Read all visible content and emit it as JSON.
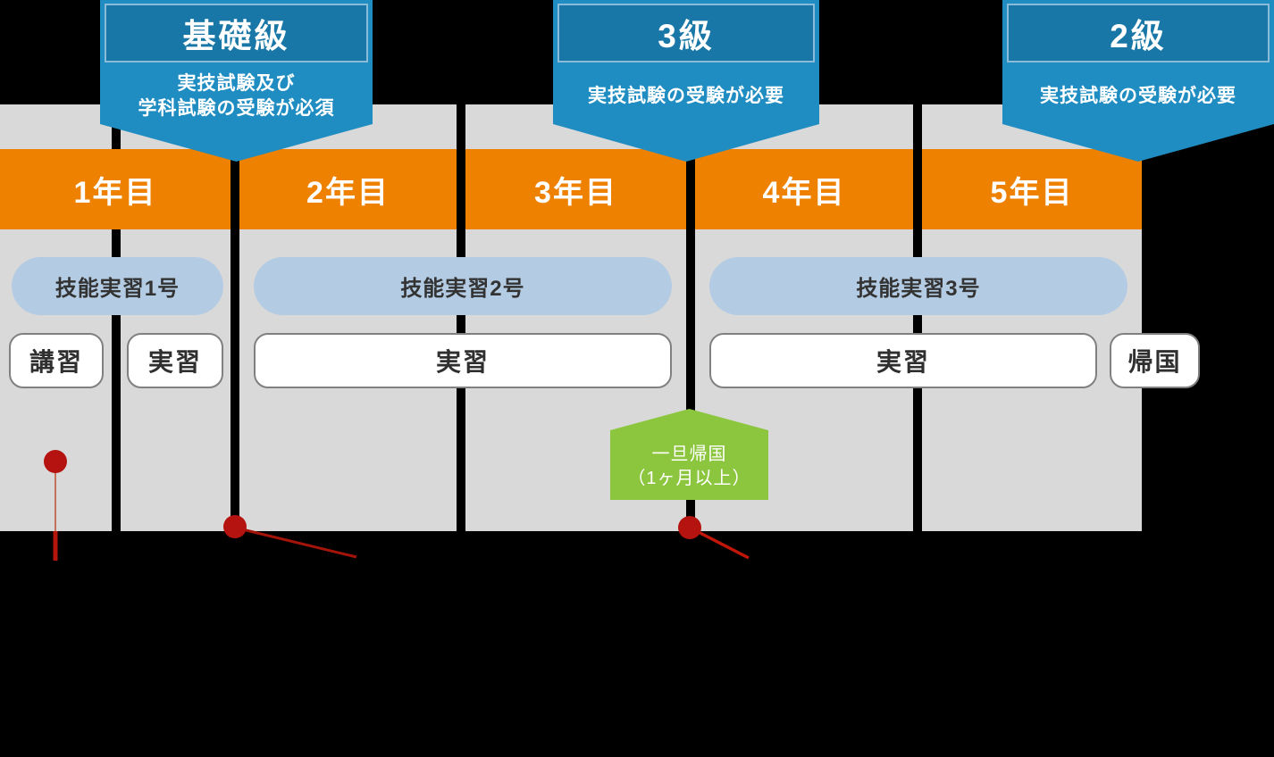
{
  "colors": {
    "background": "#000000",
    "column_gray": "#d9d9d9",
    "orange": "#ee8100",
    "banner_blue": "#1f8dc1",
    "banner_inner_blue": "#1877a6",
    "banner_inner_border": "#8abcd9",
    "phase_blue": "#b3cbe3",
    "box_border": "#808080",
    "green": "#8cc63e",
    "red": "#b5150a",
    "text_dark": "#333333"
  },
  "banners": [
    {
      "level": "基礎級",
      "requirement_lines": [
        "実技試験及び",
        "学科試験の受験が必須"
      ]
    },
    {
      "level": "3級",
      "requirement_lines": [
        "実技試験の受験が必要"
      ]
    },
    {
      "level": "2級",
      "requirement_lines": [
        "実技試験の受験が必要"
      ]
    }
  ],
  "years": [
    {
      "label": "1年目"
    },
    {
      "label": "2年目"
    },
    {
      "label": "3年目"
    },
    {
      "label": "4年目"
    },
    {
      "label": "5年目"
    }
  ],
  "phases": [
    {
      "label": "技能実習1号"
    },
    {
      "label": "技能実習2号"
    },
    {
      "label": "技能実習3号"
    }
  ],
  "activities": [
    {
      "label": "講習"
    },
    {
      "label": "実習"
    },
    {
      "label": "実習"
    },
    {
      "label": "実習"
    },
    {
      "label": "帰国"
    }
  ],
  "interim_return": {
    "lines": [
      "一旦帰国",
      "（1ヶ月以上）"
    ]
  }
}
